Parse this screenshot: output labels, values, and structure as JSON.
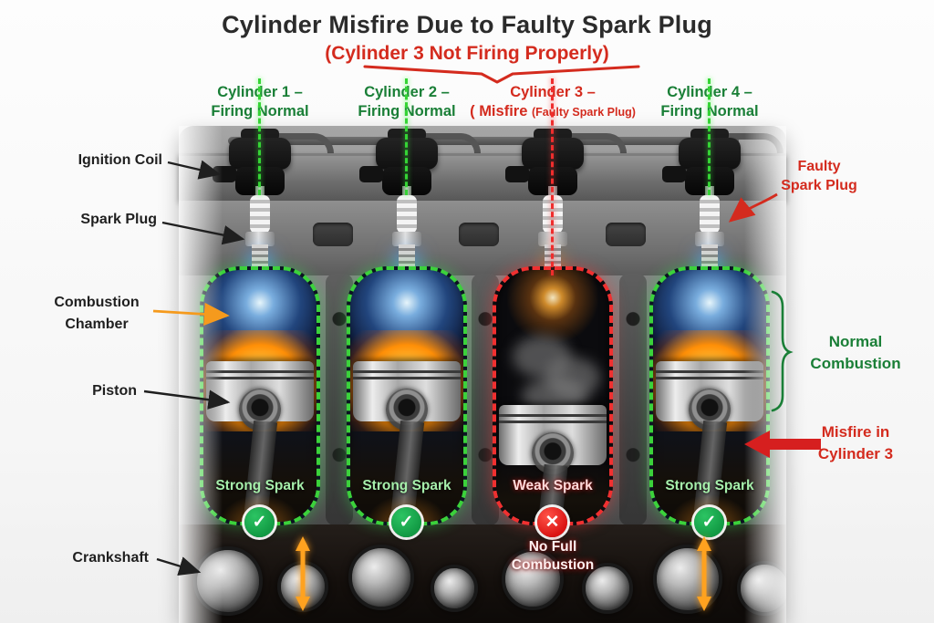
{
  "header": {
    "title": "Cylinder Misfire Due to Faulty Spark Plug",
    "subtitle": "(Cylinder 3 Not Firing Properly)"
  },
  "columns": [
    {
      "line1": "Cylinder 1 –",
      "line2": "Firing Normal",
      "status": "normal"
    },
    {
      "line1": "Cylinder 2 –",
      "line2": "Firing Normal",
      "status": "normal"
    },
    {
      "line1": "Cylinder 3 –",
      "line2_main": "( Misfire ",
      "line2_small": "(Faulty Spark Plug)",
      "status": "misfire"
    },
    {
      "line1": "Cylinder 4 –",
      "line2": "Firing Normal",
      "status": "normal"
    }
  ],
  "callouts": {
    "ignition_coil": "Ignition Coil",
    "spark_plug": "Spark Plug",
    "combustion_chamber_line1": "Combustion",
    "combustion_chamber_line2": "Chamber",
    "piston": "Piston",
    "crankshaft": "Crankshaft",
    "faulty_line1": "Faulty",
    "faulty_line2": "Spark Plug",
    "normal_combustion_line1": "Normal",
    "normal_combustion_line2": "Combustion",
    "misfire_line1": "Misfire in",
    "misfire_line2": "Cylinder 3"
  },
  "cylinders": [
    {
      "spark_label": "Strong Spark",
      "badge": "✓",
      "result": "good"
    },
    {
      "spark_label": "Strong Spark",
      "badge": "✓",
      "result": "good"
    },
    {
      "spark_label": "Weak Spark",
      "badge": "✕",
      "result": "bad",
      "extra_line1": "No Full",
      "extra_line2": "Combustion"
    },
    {
      "spark_label": "Strong Spark",
      "badge": "✓",
      "result": "good"
    }
  ],
  "colors": {
    "normal_green": "#1a7f37",
    "alert_red": "#d42b1e",
    "outline_green": "#3bd23b",
    "outline_red": "#f03030"
  }
}
